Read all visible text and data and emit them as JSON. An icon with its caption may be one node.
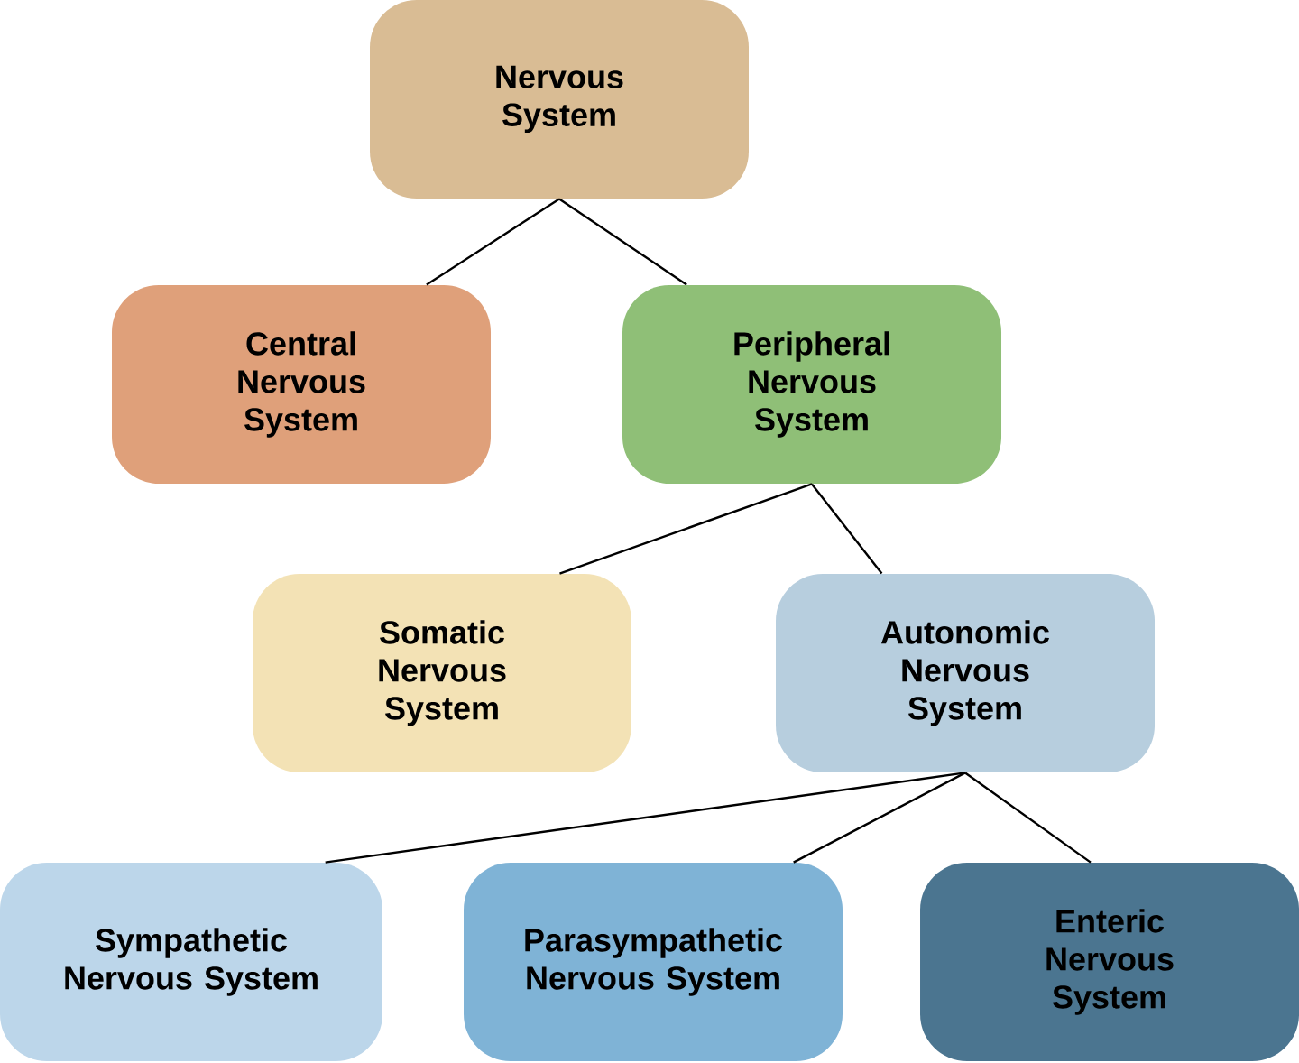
{
  "diagram": {
    "nodes": [
      {
        "text": [
          "Nervous System"
        ]
      },
      {
        "text": [
          "Central Nervous System"
        ]
      },
      {
        "text": [
          "Peripheral Nervous System"
        ]
      },
      {
        "text": [
          "Somatic Nervous System"
        ]
      },
      {
        "text": [
          "Autonomic Nervous System"
        ]
      },
      {
        "text": [
          "Sympathetic Nervous System"
        ]
      },
      {
        "text": [
          "Parasympathetic Nervous System"
        ]
      },
      {
        "text": [
          "Enteric Nervous System"
        ]
      }
    ],
    "edges": [
      {
        "from": 0,
        "to": 1,
        "arrow": "none"
      },
      {
        "from": 0,
        "to": 2,
        "arrow": "none"
      },
      {
        "from": 2,
        "to": 3,
        "arrow": "none"
      },
      {
        "from": 2,
        "to": 4,
        "arrow": "none"
      },
      {
        "from": 4,
        "to": 5,
        "arrow": "none"
      },
      {
        "from": 4,
        "to": 6,
        "arrow": "none"
      },
      {
        "from": 4,
        "to": 7,
        "arrow": "none"
      }
    ]
  }
}
